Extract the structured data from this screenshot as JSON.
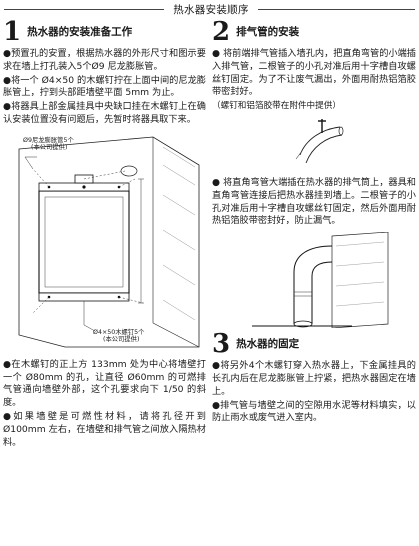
{
  "header": {
    "title": "热水器安装顺序"
  },
  "section1": {
    "number": "1",
    "title": "热水器的安装准备工作",
    "paragraphs": [
      "●预置孔的安置，根据热水器的外形尺寸和图示要求在墙上打孔装入5个Ø9 尼龙膨胀管。",
      "●将一个 Ø4×50 的木螺钉拧在上面中间的尼龙膨胀管上，拧到头部距墙壁平面 5mm 为止。",
      "●将器具上部金属挂具中央缺口挂在木螺钉上在确认安装位置没有问题后，先暂时将器具取下来。"
    ],
    "figure_labels": [
      "Ø9尼龙膨胀管5个",
      "(本公司提供)",
      "Ø4×50木螺钉5个",
      "(本公司提供)"
    ],
    "paragraphs_after": [
      "●在木螺钉的正上方 133mm 处为中心将墙壁打一个 Ø80mm 的孔，让直径 Ø60mm 的可燃排气管通向墙壁外部，这个孔要求向下 1/50 的斜度。",
      "●如果墙壁是可燃性材料，请将孔径开到 Ø100mm 左右，在墙壁和排气管之间放入隔热材料。"
    ]
  },
  "section2": {
    "number": "2",
    "title": "排气管的安装",
    "paragraphs": [
      "● 将前端排气管插入墙孔内，把直角弯管的小端插入排气管，二根管子的小孔对准后用十字槽自攻螺丝钉固定。为了不让废气漏出，外面用耐热铝箔胶带密封好。"
    ],
    "note": "（螺钉和铝箔胶带在附件中提供）",
    "paragraphs_after": [
      "● 将直角弯管大端插在热水器的排气筒上，器具和直角弯管连接后把热水器挂到墙上。二根管子的小孔对准后用十字槽自攻螺丝钉固定，然后外面用耐热铝箔胶带密封好，防止漏气。"
    ]
  },
  "section3": {
    "number": "3",
    "title": "热水器的固定",
    "paragraphs": [
      "●将另外4个木螺钉穿入热水器上，下金属挂具的长孔内后在尼龙膨胀管上拧紧，把热水器固定在墙上。",
      "●排气管与墙壁之间的空隙用水泥等材料填实，以防止雨水或废气进入室内。"
    ]
  }
}
